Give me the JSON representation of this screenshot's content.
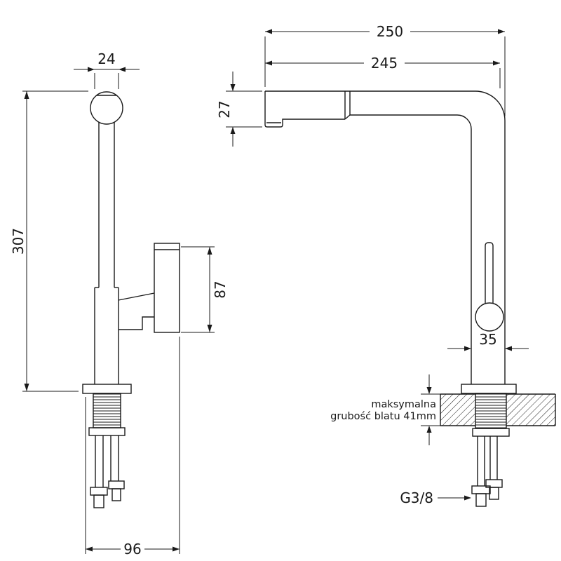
{
  "drawing": {
    "dimensions": {
      "spout_top_width": "24",
      "total_height": "307",
      "handle_height": "87",
      "base_span": "96",
      "reach_total": "250",
      "reach_spout": "245",
      "spout_tip_height": "27",
      "body_width": "35"
    },
    "notes": {
      "countertop_line1": "maksymalna",
      "countertop_line2": "grubość blatu 41mm",
      "thread_size": "G3/8"
    },
    "colors": {
      "line": "#1a1a1a",
      "background": "#ffffff"
    }
  }
}
